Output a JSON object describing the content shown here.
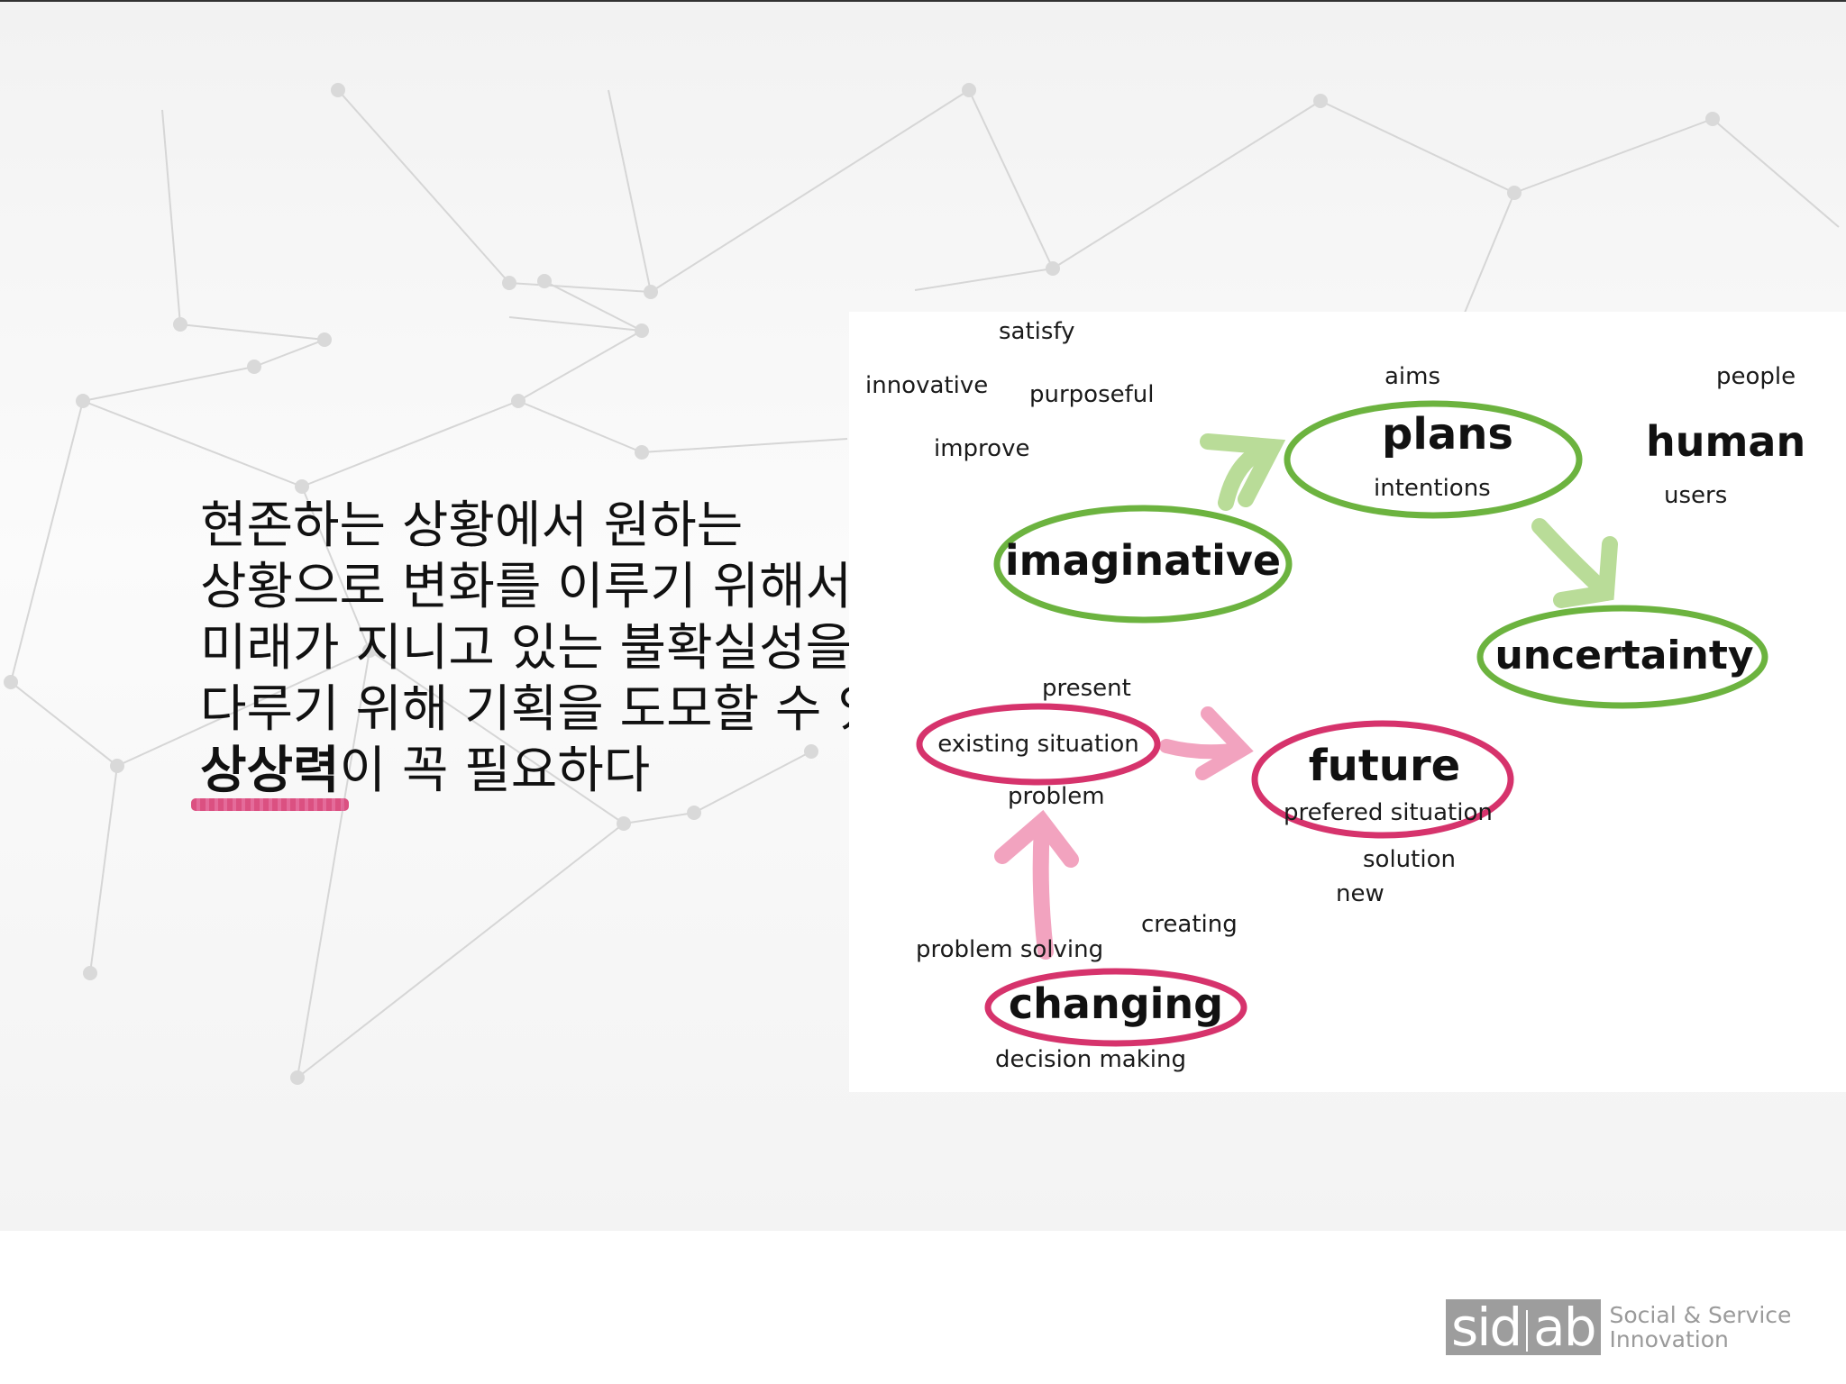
{
  "korean_text": {
    "line1": "현존하는 상황에서 원하는",
    "line2": "상황으로 변화를 이루기 위해서는",
    "line3": "미래가 지니고 있는 불확실성을",
    "line4": "다루기 위해 기획을 도모할 수 있는",
    "emphasis": "상상력",
    "line5_rest": "이 꼭 필요하다"
  },
  "diagram": {
    "green_nodes": {
      "imaginative": "imaginative",
      "plans": "plans",
      "uncertainty": "uncertainty"
    },
    "pink_nodes": {
      "existing_situation": "existing situation",
      "future": "future",
      "changing": "changing"
    },
    "keywords": {
      "satisfy": "satisfy",
      "innovative": "innovative",
      "purposeful": "purposeful",
      "improve": "improve",
      "aims": "aims",
      "intentions": "intentions",
      "people": "people",
      "human": "human",
      "users": "users",
      "present": "present",
      "problem": "problem",
      "prefered_situation": "prefered situation",
      "solution": "solution",
      "new": "new",
      "creating": "creating",
      "problem_solving": "problem solving",
      "decision_making": "decision making"
    },
    "colors": {
      "green": "#6cb33f",
      "green_arrow": "#b9dc98",
      "pink": "#d6336c",
      "pink_arrow": "#f2a3bf"
    }
  },
  "logo": {
    "left": "sid",
    "right": "ab",
    "line1": "Social & Service",
    "line2": "Innovation"
  }
}
